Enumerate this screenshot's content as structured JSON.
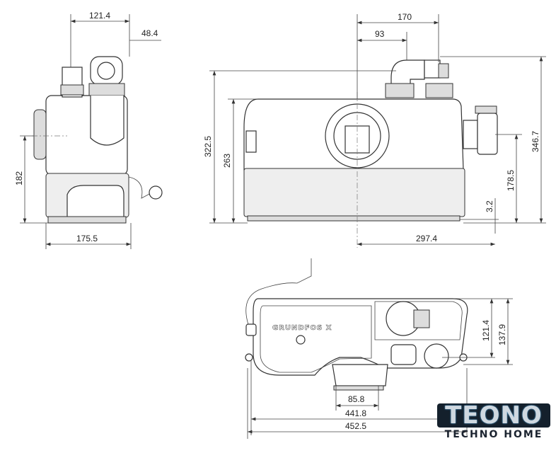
{
  "drawing": {
    "side_view": {
      "width_top": "121.4",
      "outlet_offset": "48.4",
      "inlet_height": "182",
      "depth": "175.5"
    },
    "front_view": {
      "total_width_top": "170",
      "outlet_position": "93",
      "height_body": "322.5",
      "height_lid": "263",
      "side_inlet_height": "178.5",
      "foot_height": "3.2",
      "total_height": "346.7",
      "base_width": "297.4"
    },
    "top_view": {
      "brand_label": "GRUNDFOS X",
      "outlet_depth": "121.4",
      "total_depth": "137.9",
      "toilet_inlet": "85.8",
      "inner_width": "441.8",
      "total_width": "452.5"
    }
  },
  "logo": {
    "name": "TEONO",
    "tagline": "TECHNO HOME"
  }
}
